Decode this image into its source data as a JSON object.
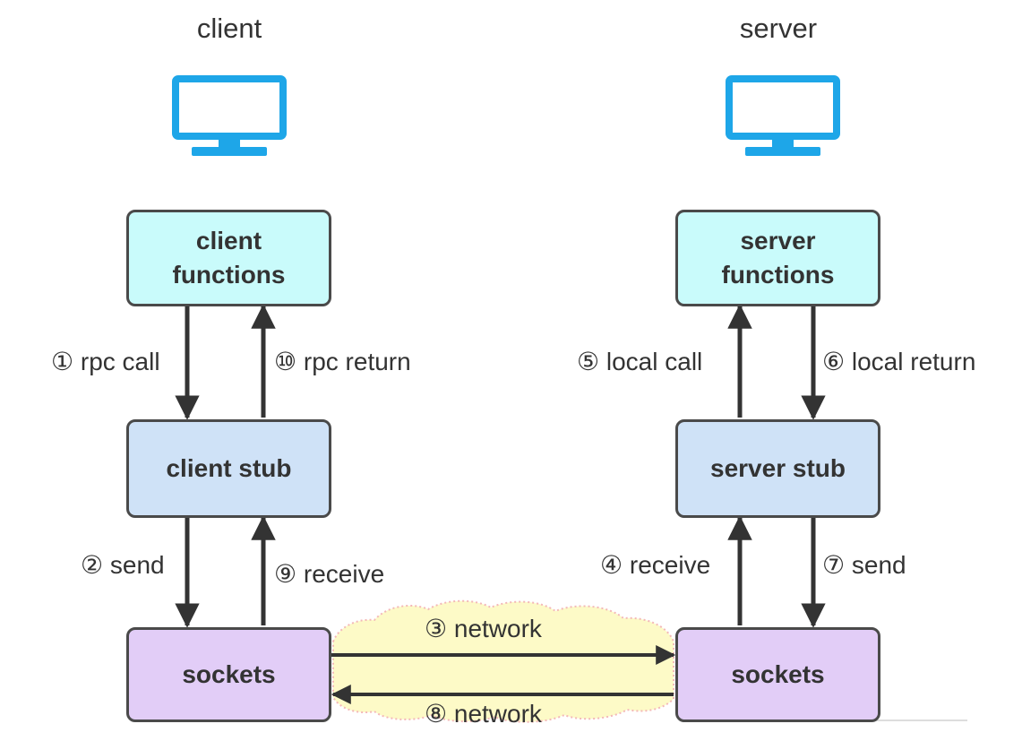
{
  "client": {
    "title": "client",
    "functions": [
      "client",
      "functions"
    ],
    "stub": "client stub",
    "sockets": "sockets"
  },
  "server": {
    "title": "server",
    "functions": [
      "server",
      "functions"
    ],
    "stub": "server stub",
    "sockets": "sockets"
  },
  "steps": {
    "s1": "① rpc call",
    "s2": "② send",
    "s3": "③ network",
    "s4": "④ receive",
    "s5": "⑤ local call",
    "s6": "⑥ local return",
    "s7": "⑦ send",
    "s8": "⑧ network",
    "s9": "⑨ receive",
    "s10": "⑩ rpc return"
  },
  "colors": {
    "monitor": "#1ea6e8",
    "functions_fill": "#c9fbfb",
    "stub_fill": "#cfe2f7",
    "sockets_fill": "#e2cdf7",
    "network_cloud": "#fdfac7",
    "arrow": "#333333"
  },
  "icons": {
    "client_monitor": "monitor-icon",
    "server_monitor": "monitor-icon"
  }
}
